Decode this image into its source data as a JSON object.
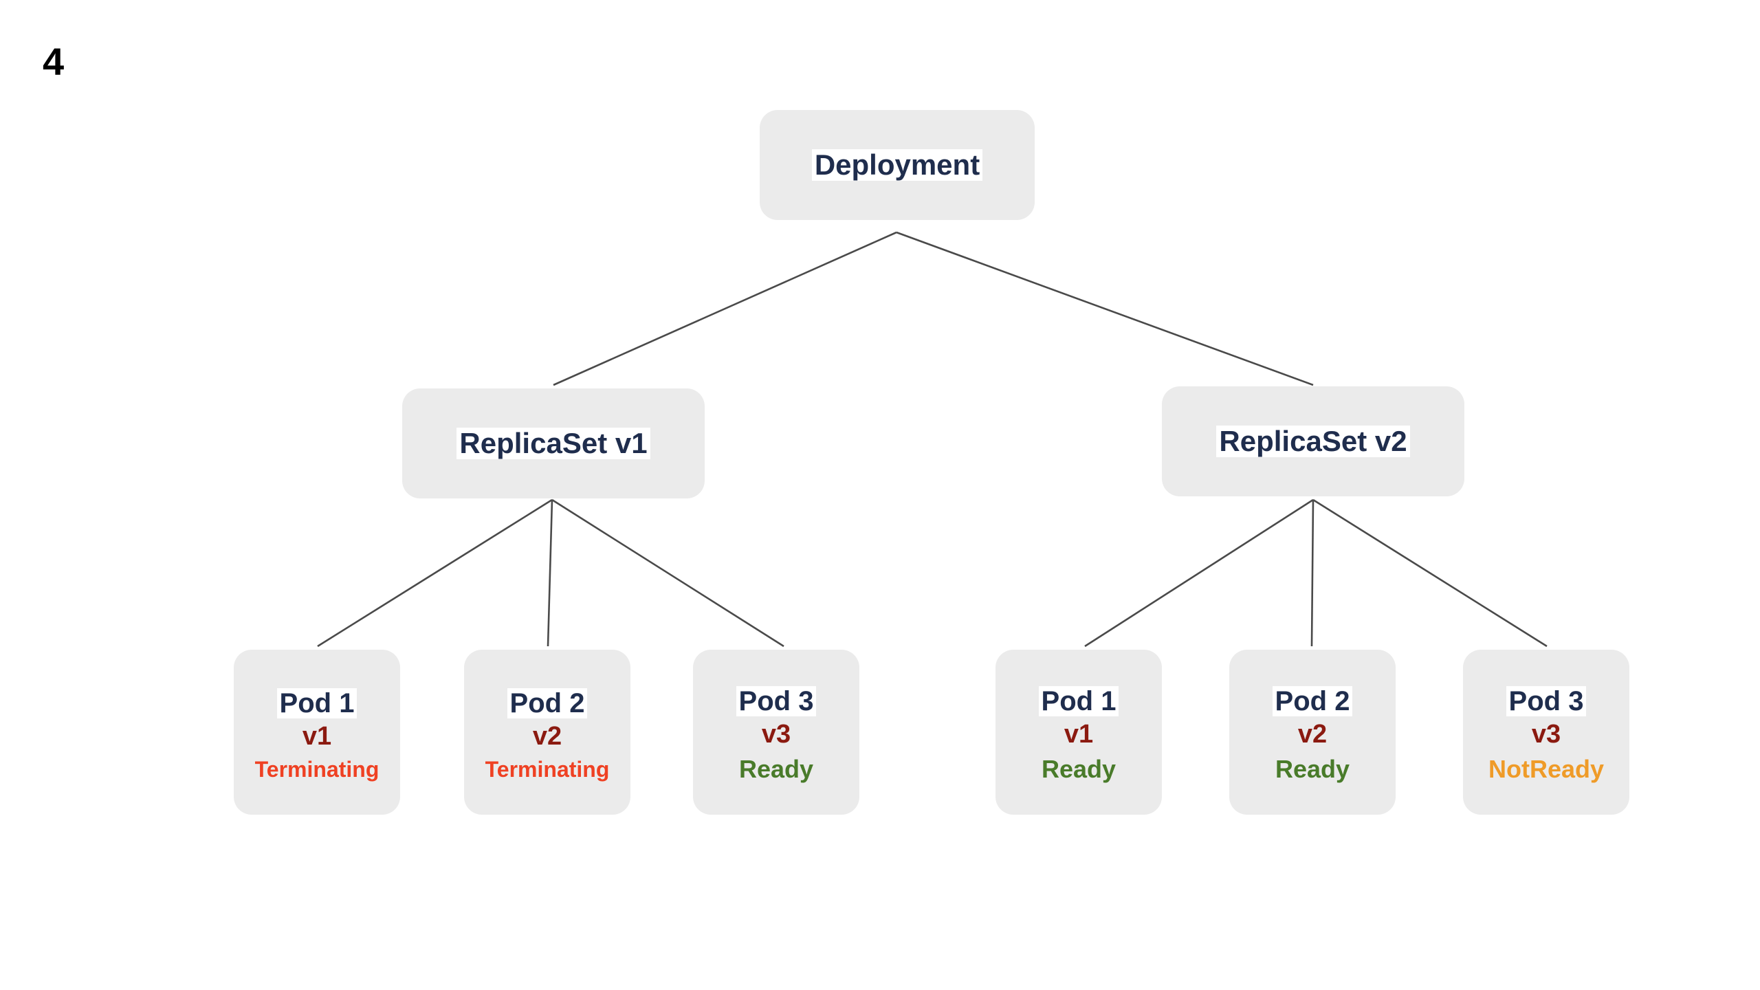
{
  "slide": {
    "number": "4"
  },
  "theme": {
    "node_fill": "#ebebeb",
    "title_color": "#1f2d4d",
    "version_color": "#8b1a10",
    "edge_color": "#4a4a4a",
    "status_colors": {
      "Terminating": "#ef4123",
      "Ready": "#497b2a",
      "NotReady": "#ef9b28"
    },
    "background": "#ffffff"
  },
  "diagram": {
    "type": "tree",
    "root": {
      "label": "Deployment"
    },
    "replicasets": [
      {
        "label": "ReplicaSet v1"
      },
      {
        "label": "ReplicaSet v2"
      }
    ],
    "pods_rs1": [
      {
        "name": "Pod 1",
        "version": "v1",
        "status": "Terminating"
      },
      {
        "name": "Pod 2",
        "version": "v2",
        "status": "Terminating"
      },
      {
        "name": "Pod 3",
        "version": "v3",
        "status": "Ready"
      }
    ],
    "pods_rs2": [
      {
        "name": "Pod 1",
        "version": "v1",
        "status": "Ready"
      },
      {
        "name": "Pod 2",
        "version": "v2",
        "status": "Ready"
      },
      {
        "name": "Pod 3",
        "version": "v3",
        "status": "NotReady"
      }
    ]
  }
}
